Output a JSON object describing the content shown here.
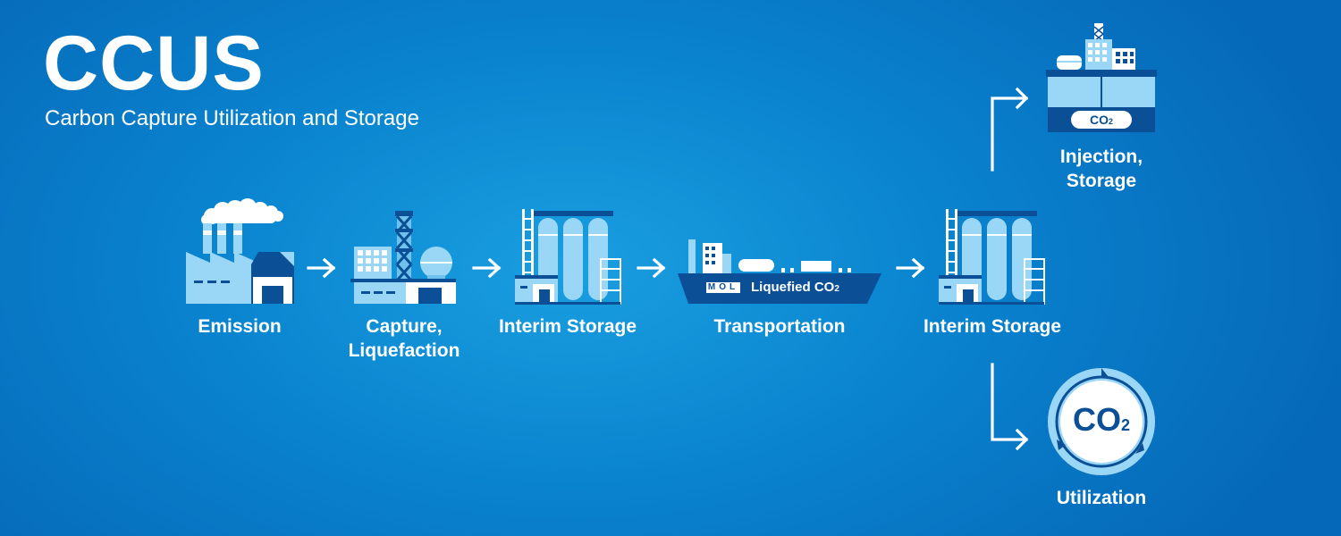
{
  "title": "CCUS",
  "subtitle": "Carbon Capture Utilization and Storage",
  "steps": [
    {
      "label": "Emission",
      "icon": "factory-icon"
    },
    {
      "label_lines": [
        "Capture,",
        "Liquefaction"
      ],
      "icon": "capture-plant-icon"
    },
    {
      "label": "Interim Storage",
      "icon": "storage-tanks-icon"
    },
    {
      "label": "Transportation",
      "icon": "ship-icon"
    },
    {
      "label": "Interim Storage",
      "icon": "storage-tanks-icon"
    }
  ],
  "ship": {
    "brand": "MOL",
    "cargo_label": "Liquefied CO",
    "cargo_sub": "2"
  },
  "branches": {
    "injection": {
      "label_lines": [
        "Injection,",
        "Storage"
      ],
      "icon": "offshore-platform-icon",
      "badge": "CO",
      "badge_sub": "2"
    },
    "utilization": {
      "label": "Utilization",
      "icon": "recycle-co2-icon",
      "badge": "CO",
      "badge_sub": "2"
    }
  },
  "colors": {
    "background": "#0a84cf",
    "icon_light": "#9ad6f5",
    "icon_mid": "#6fc2ec",
    "icon_dark": "#0b4f96",
    "white": "#ffffff"
  }
}
